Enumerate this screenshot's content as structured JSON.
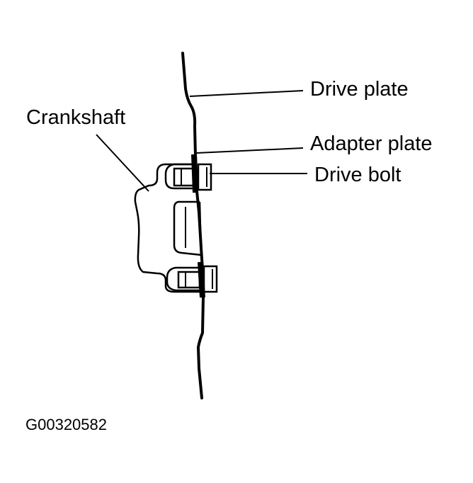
{
  "labels": {
    "drive_plate": "Drive plate",
    "adapter_plate": "Adapter plate",
    "drive_bolt": "Drive bolt",
    "crankshaft": "Crankshaft"
  },
  "figure_id": "G00320582"
}
